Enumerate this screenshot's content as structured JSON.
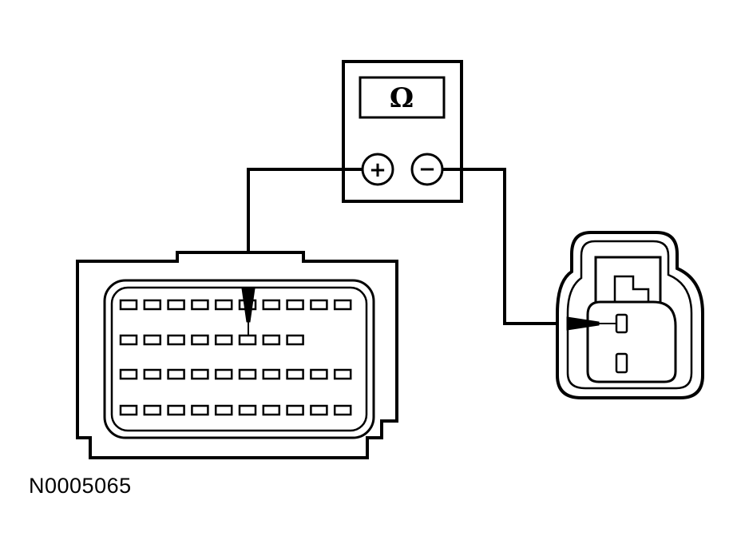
{
  "meter": {
    "display_symbol": "Ω",
    "positive_symbol": "+",
    "negative_symbol": "−"
  },
  "connector_module": {
    "rows": [
      10,
      8,
      10,
      10
    ],
    "probed_row": 2,
    "probed_pin": 6
  },
  "connector_sensor": {
    "pins": 2,
    "probed_pin": 1
  },
  "caption": "N0005065",
  "colors": {
    "line": "#000000",
    "background": "#ffffff"
  }
}
